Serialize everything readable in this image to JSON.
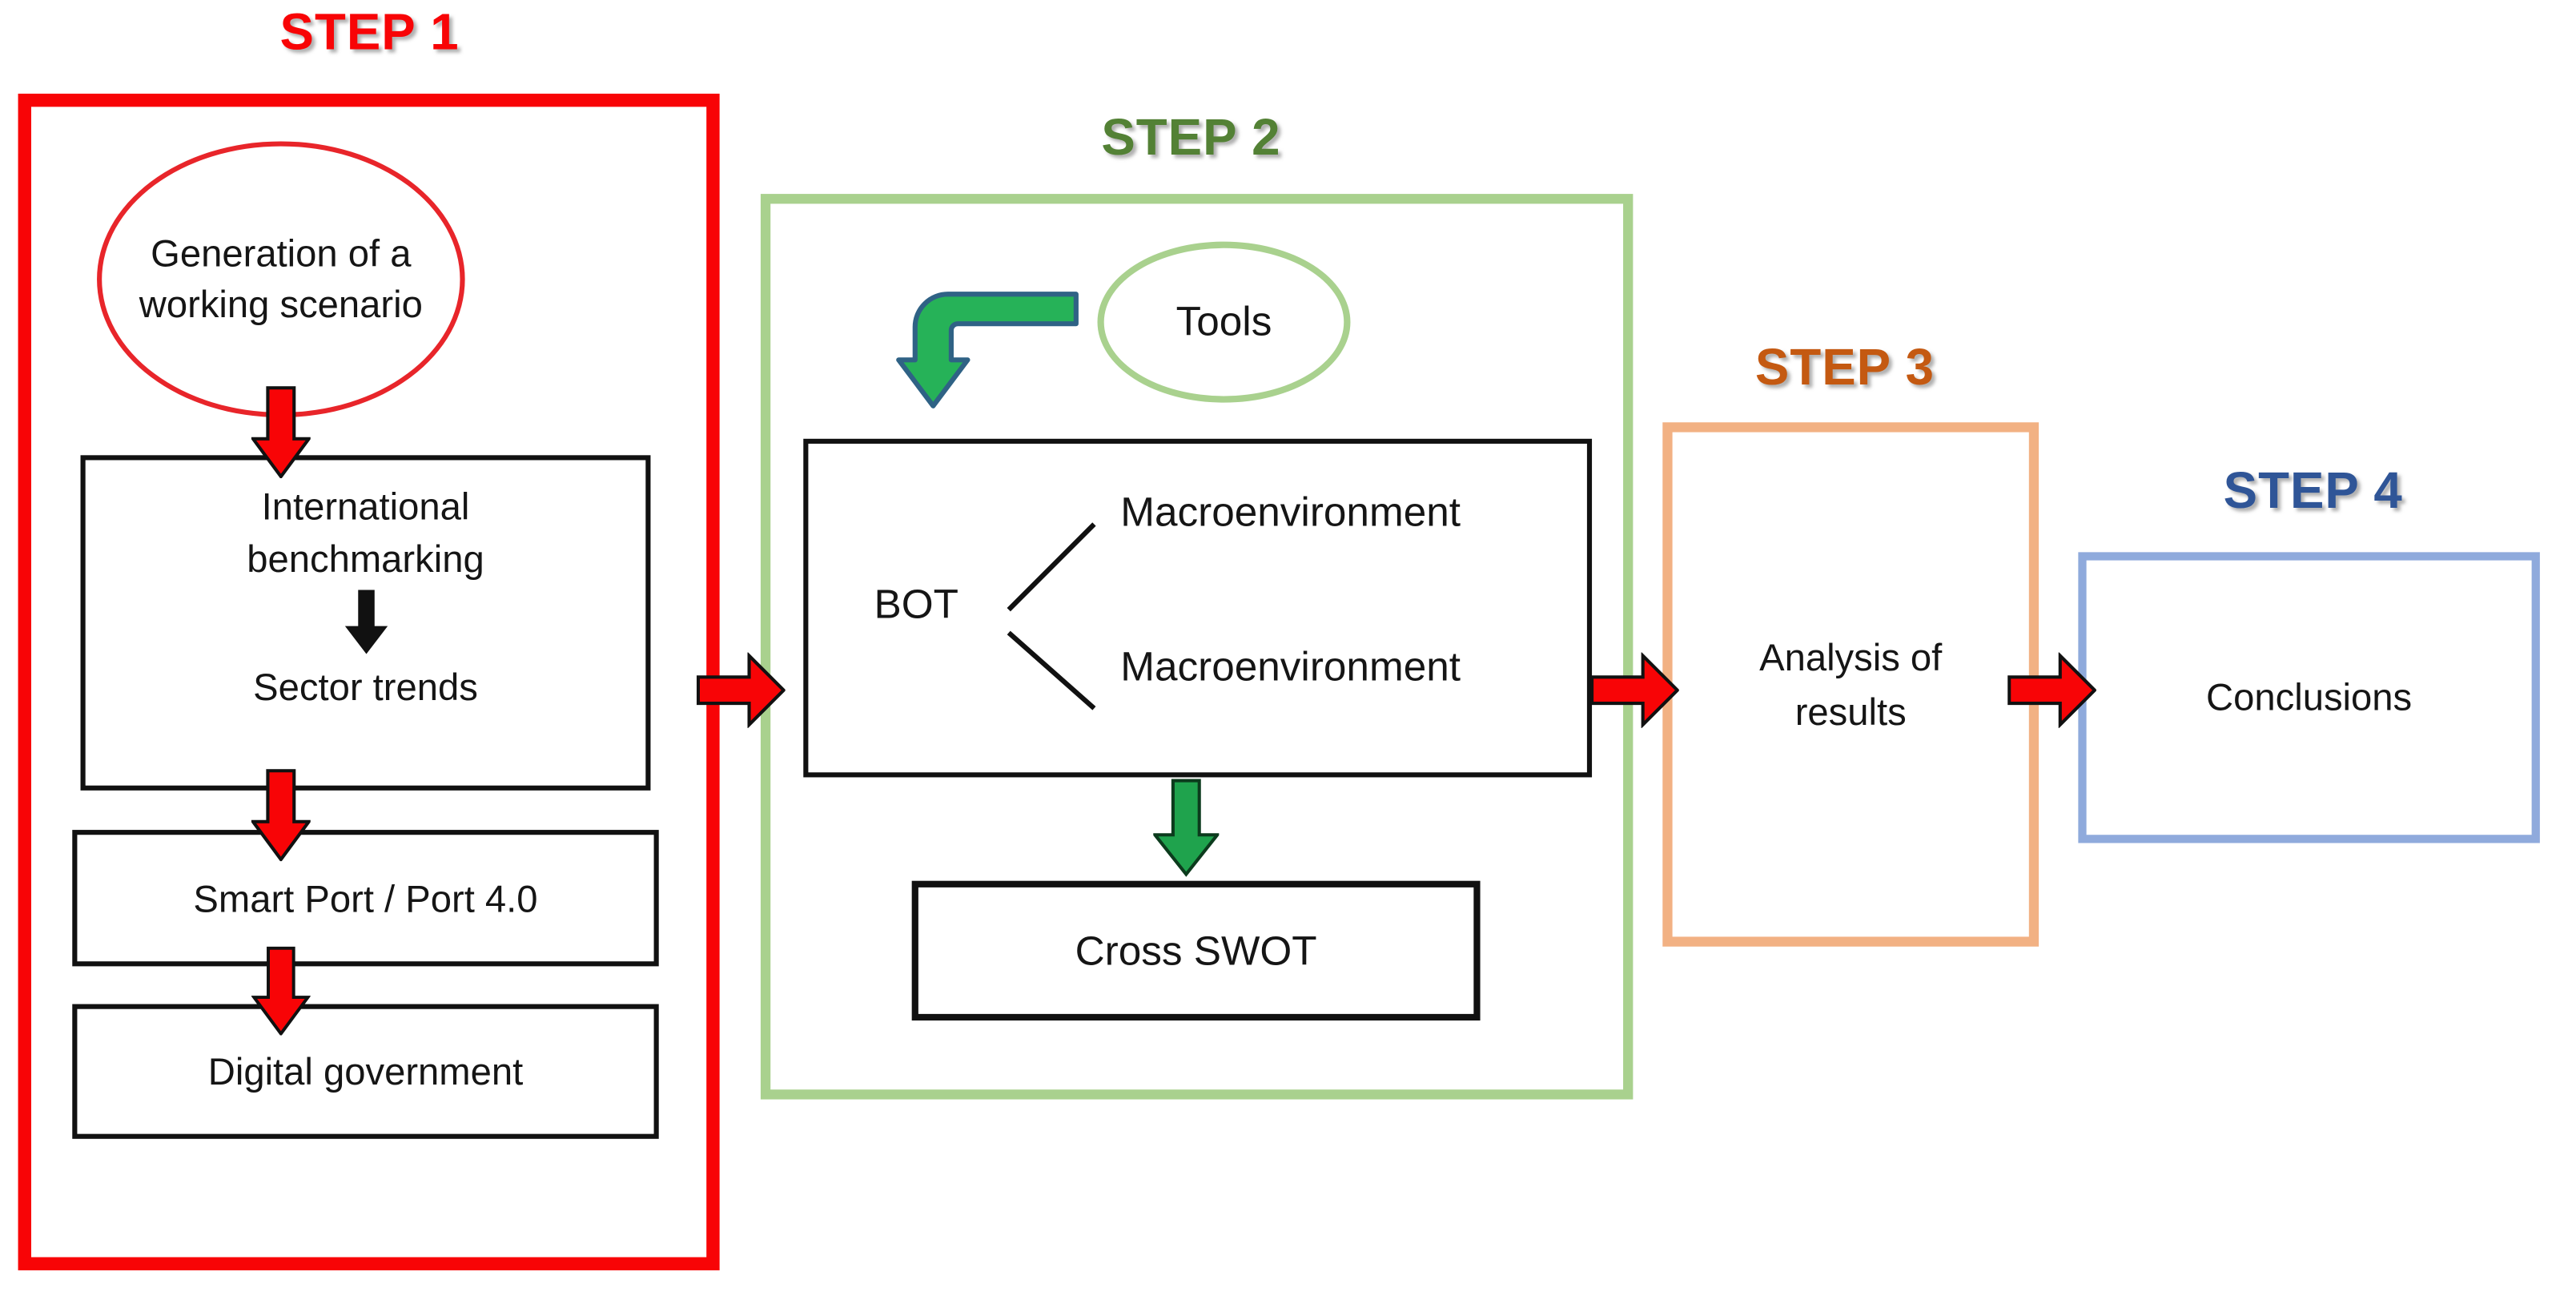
{
  "steps": [
    {
      "label": "STEP 1",
      "color": "#F80406"
    },
    {
      "label": "STEP 2",
      "color": "#538135"
    },
    {
      "label": "STEP 3",
      "color": "#C45911"
    },
    {
      "label": "STEP 4",
      "color": "#2F5597"
    }
  ],
  "step1": {
    "ellipse_text": "Generation of a working scenario",
    "benchmarking_box": {
      "line_top": "International benchmarking",
      "line_bottom": "Sector trends"
    },
    "smart_port_box": "Smart Port / Port 4.0",
    "digital_gov_box": "Digital government"
  },
  "step2": {
    "tools_label": "Tools",
    "bot_label": "BOT",
    "branch_top": "Macroenvironment",
    "branch_bottom": "Macroenvironment",
    "cross_swot_box": "Cross SWOT"
  },
  "step3": {
    "analysis_box": "Analysis of results"
  },
  "step4": {
    "conclusions_box": "Conclusions"
  },
  "colors": {
    "red": "#F80406",
    "dark_green_text": "#538135",
    "light_green_border": "#A9D18E",
    "green_arrow_fill": "#1FA34D",
    "elbow_arrow_fill": "#26B258",
    "elbow_arrow_outline": "#2F6285",
    "orange_text": "#C45911",
    "light_orange_border": "#F2B183",
    "blue_text": "#2F5597",
    "light_blue_border": "#8FAADC",
    "box_border_black": "#111111"
  }
}
